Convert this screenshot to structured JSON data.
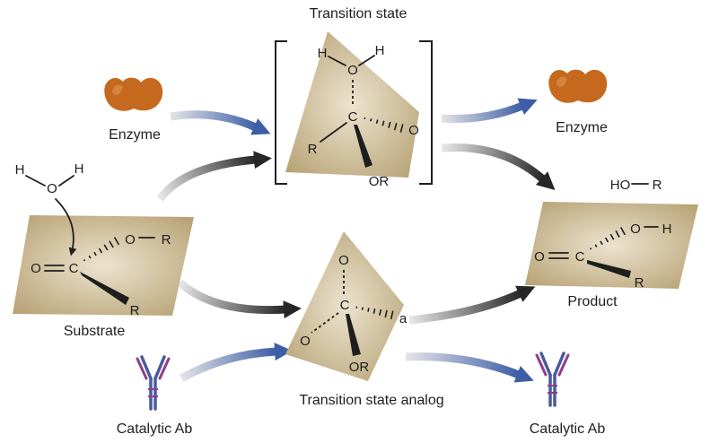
{
  "labels": {
    "transition_state": "Transition state",
    "enzyme_left": "Enzyme",
    "enzyme_right": "Enzyme",
    "substrate": "Substrate",
    "product": "Product",
    "ts_analog": "Transition state analog",
    "ab_left": "Catalytic Ab",
    "ab_right": "Catalytic Ab"
  },
  "water": {
    "h1": "H",
    "o": "O",
    "h2": "H"
  },
  "substrate_mol": {
    "o_double": "O",
    "c": "C",
    "o": "O",
    "r_ester": "R",
    "r": "R"
  },
  "ts_mol": {
    "h1": "H",
    "h2": "H",
    "o_top": "O",
    "c": "C",
    "o_right": "O",
    "r": "R",
    "or": "OR"
  },
  "analog_mol": {
    "o_top": "O",
    "c": "C",
    "a": "a",
    "o_left": "O",
    "or": "OR"
  },
  "product_mol": {
    "ho": "HO",
    "r_top": "R",
    "o_double": "O",
    "c": "C",
    "o": "O",
    "h": "H",
    "r": "R"
  },
  "colors": {
    "tan": "#c9b68f",
    "enzyme": "#c4691d",
    "blue_arrow": "#3d5ea6",
    "dark_arrow": "#262626",
    "ab_heavy": "#4a5a9e",
    "ab_light": "#8c3f8c"
  }
}
